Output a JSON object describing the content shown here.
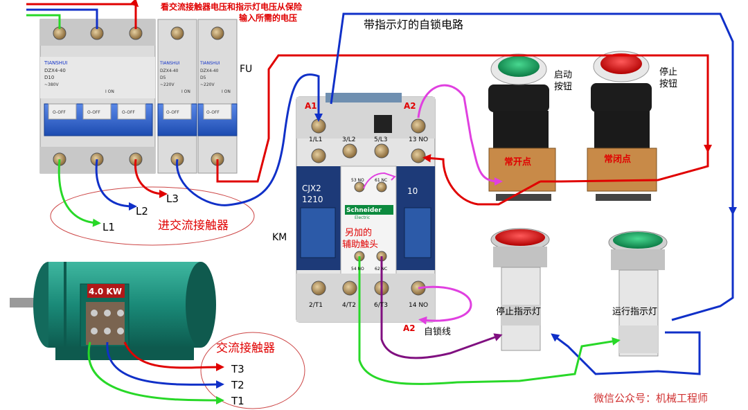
{
  "header": {
    "note_line1": "看交流接触器电压和指示灯电压从保险",
    "note_line2": "输入所需的电压",
    "title": "带指示灯的自锁电路"
  },
  "breakers": {
    "brand": "TIANSHUI",
    "model_3p": "DZX4-40",
    "rating_3p": "D10",
    "voltage_3p": "~380V",
    "model_1p": "DZX4-40",
    "rating_1p": "D5",
    "voltage_1p": "~220V",
    "off_label": "O-OFF",
    "on_label": "I ON",
    "fu_label": "FU"
  },
  "lines_in": {
    "l1": "L1",
    "l2": "L2",
    "l3": "L3",
    "caption": "进交流接触器"
  },
  "contactor": {
    "km_label": "KM",
    "model": "CJX2",
    "rating": "1210",
    "number": "10",
    "brand": "Schneider",
    "brand_sub": "Electric",
    "terminals_top": [
      "A1",
      "1/L1",
      "3/L2",
      "5/L3",
      "13 NO",
      "A2"
    ],
    "terminals_bottom": [
      "2/T1",
      "4/T2",
      "6/T3",
      "14 NO"
    ],
    "aux_top": [
      "53 NO",
      "61 NC"
    ],
    "aux_bottom": [
      "54 NO",
      "62 NC"
    ],
    "aux_note_line1": "另加的",
    "aux_note_line2": "辅助触头",
    "a2_bottom": "A2",
    "self_lock": "自锁线"
  },
  "buttons": {
    "start_line1": "启动",
    "start_line2": "按钮",
    "start_contact": "常开点",
    "stop_line1": "停止",
    "stop_line2": "按钮",
    "stop_contact": "常闭点"
  },
  "lamps": {
    "stop_lamp": "停止指示灯",
    "run_lamp": "运行指示灯"
  },
  "motor": {
    "power": "4.0 KW",
    "caption": "交流接触器",
    "t3": "T3",
    "t2": "T2",
    "t1": "T1"
  },
  "watermark": "微信公众号：机械工程师",
  "colors": {
    "red_wire": "#e00000",
    "blue_wire": "#1030c8",
    "green_wire": "#28d828",
    "magenta_wire": "#e040e0",
    "purple_wire": "#801080",
    "motor_green": "#1a8a78"
  }
}
